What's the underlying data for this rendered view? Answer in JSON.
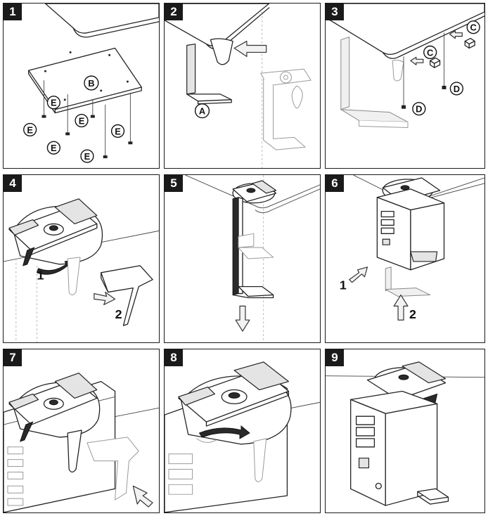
{
  "steps": [
    {
      "number": "1",
      "callouts": [
        "B",
        "E",
        "E",
        "E",
        "E",
        "E",
        "E"
      ]
    },
    {
      "number": "2",
      "callouts": [
        "A"
      ]
    },
    {
      "number": "3",
      "callouts": [
        "C",
        "C",
        "D",
        "D"
      ]
    },
    {
      "number": "4",
      "callouts": [
        "1",
        "2"
      ]
    },
    {
      "number": "5",
      "callouts": []
    },
    {
      "number": "6",
      "callouts": [
        "1",
        "2"
      ]
    },
    {
      "number": "7",
      "callouts": []
    },
    {
      "number": "8",
      "callouts": []
    },
    {
      "number": "9",
      "callouts": []
    }
  ]
}
